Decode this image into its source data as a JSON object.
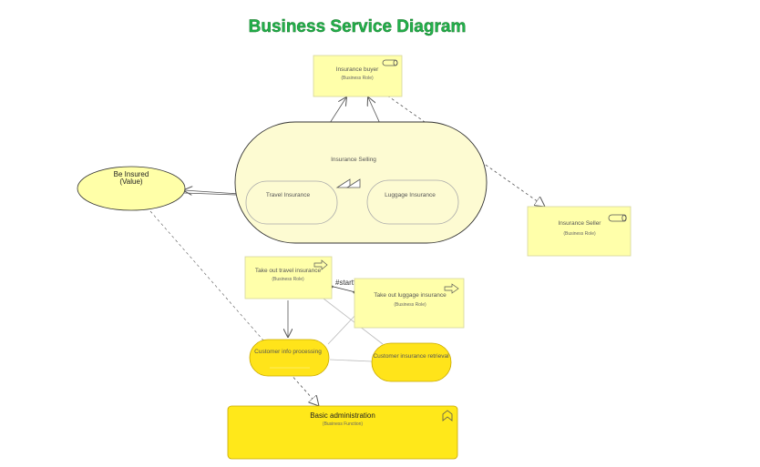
{
  "diagram": {
    "title": "Business Service Diagram",
    "nodes": {
      "insurance_buyer": {
        "name": "Insurance buyer",
        "type": "(Business Role)"
      },
      "insurance_seller": {
        "name": "Insurance Seller",
        "type": "(Business Role)"
      },
      "insurance_selling": {
        "name": "Insurance Selling"
      },
      "travel_insurance": {
        "name": "Travel Insurance"
      },
      "luggage_insurance": {
        "name": "Luggage Insurance"
      },
      "be_insured": {
        "name": "Be Insured",
        "type": "(Value)"
      },
      "take_out_travel": {
        "name": "Take out travel insurance",
        "type": "(Business Role)"
      },
      "take_out_luggage": {
        "name": "Take out luggage insurance",
        "type": "(Business Role)"
      },
      "customer_info": {
        "name": "Customer info processing"
      },
      "customer_retrieval": {
        "name": "Customer insurance retrieval"
      },
      "basic_admin": {
        "name": "Basic administration",
        "type": "(Business Function)"
      }
    },
    "connector_label": "#starttext#"
  },
  "colors": {
    "title_green": "#22b14c",
    "role_fill": "#ffffaa",
    "service_fill": "#fdfbd2",
    "value_fill": "#ffffa8",
    "process_fill": "#ffe41a",
    "function_fill": "#ffe81a",
    "line": "#555555"
  },
  "icons": [
    "role-icon",
    "process-arrow-icon",
    "function-chevron-icon"
  ]
}
